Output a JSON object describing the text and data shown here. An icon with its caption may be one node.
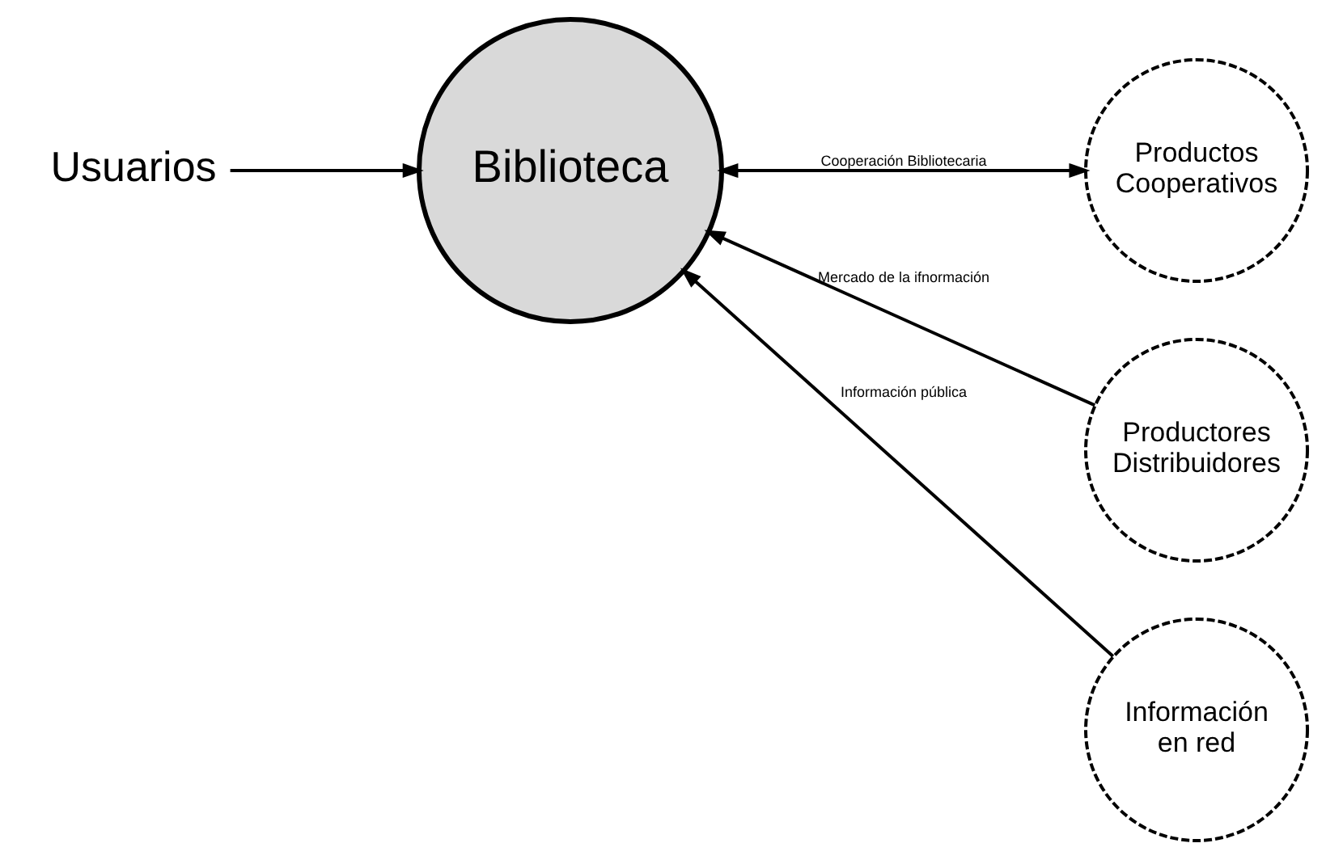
{
  "diagram": {
    "nodes": [
      {
        "text": [
          "Usuarios"
        ]
      },
      {
        "text": [
          "Biblioteca"
        ]
      },
      {
        "text": [
          "Productos Cooperativos"
        ]
      },
      {
        "text": [
          "Productores Distribuidores"
        ]
      },
      {
        "text": [
          "Información en red"
        ]
      }
    ],
    "edges": [
      {
        "from": 0,
        "to": 1,
        "arrow": "to"
      },
      {
        "from": 1,
        "to": 2,
        "arrow": "both",
        "label": "Cooperación Bibliotecaria"
      },
      {
        "from": 3,
        "to": 1,
        "arrow": "to",
        "label": "Mercado de la ifnormación"
      },
      {
        "from": 4,
        "to": 1,
        "arrow": "to",
        "label": "Información pública"
      }
    ]
  }
}
